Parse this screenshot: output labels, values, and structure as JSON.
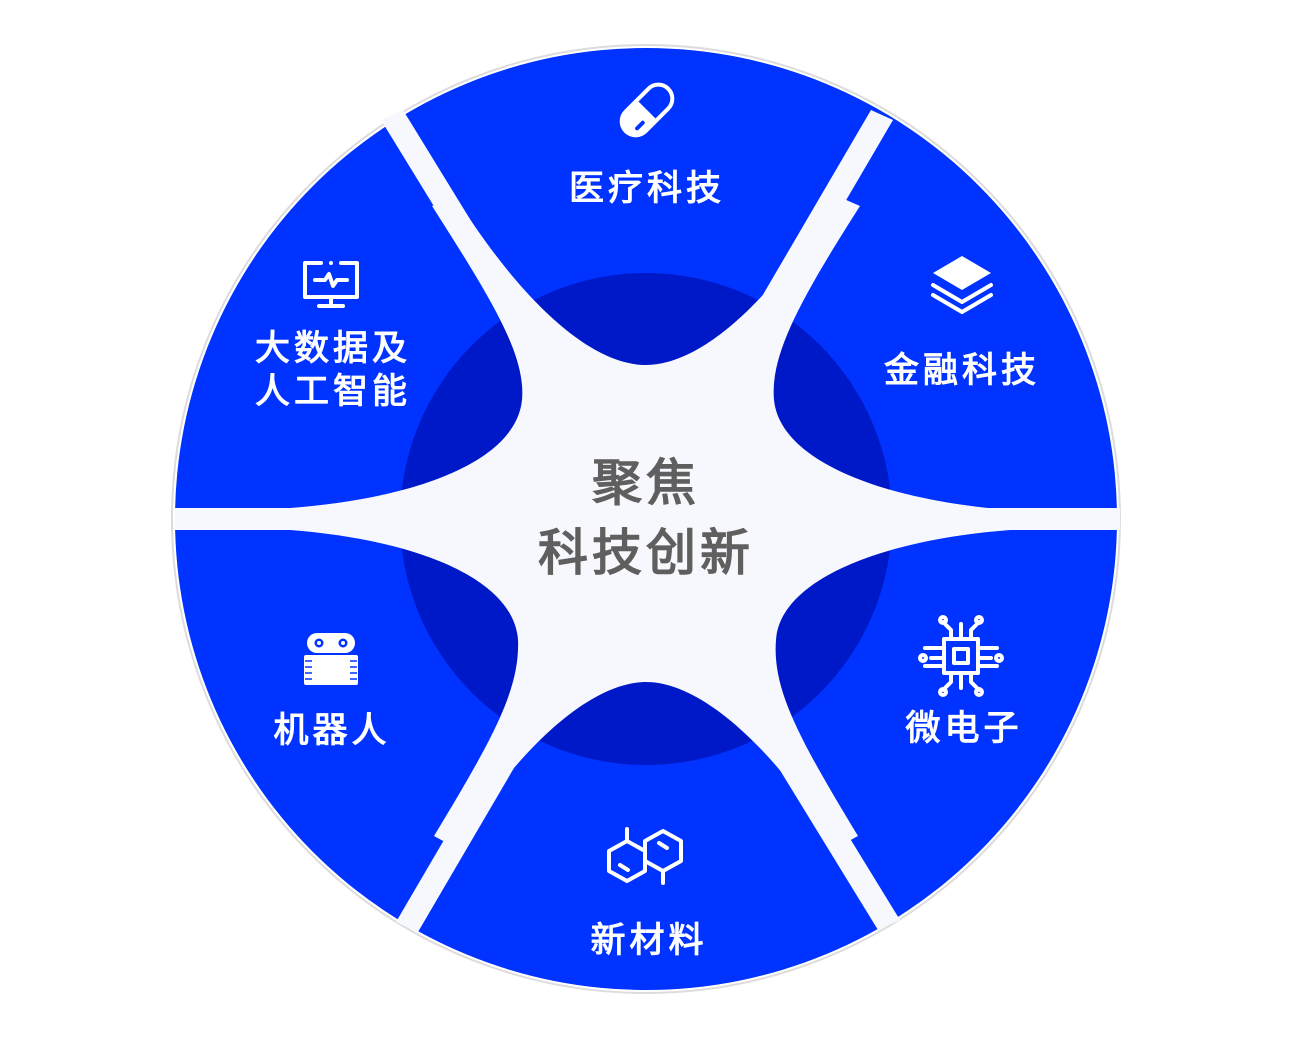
{
  "diagram": {
    "type": "radial-hub",
    "colors": {
      "segment": "#0033ff",
      "inner_ring": "#0019c8",
      "star": "#f7f8fd",
      "outer_border": "#d8d8d8",
      "label": "#ffffff",
      "center_text": "#5f5f5f"
    },
    "center": {
      "line1": "聚焦",
      "line2": "科技创新"
    },
    "segments": [
      {
        "id": "medical",
        "icon": "pill-capsule-icon",
        "label": "医疗科技"
      },
      {
        "id": "fintech",
        "icon": "stacked-layers-icon",
        "label": "金融科技"
      },
      {
        "id": "microelectronics",
        "icon": "chip-icon",
        "label": "微电子"
      },
      {
        "id": "new-materials",
        "icon": "molecule-hexagon-icon",
        "label": "新材料"
      },
      {
        "id": "robotics",
        "icon": "robot-icon",
        "label": "机器人"
      },
      {
        "id": "bigdata-ai",
        "icon": "monitor-pulse-icon",
        "label_line1": "大数据及",
        "label_line2": "人工智能"
      }
    ]
  }
}
